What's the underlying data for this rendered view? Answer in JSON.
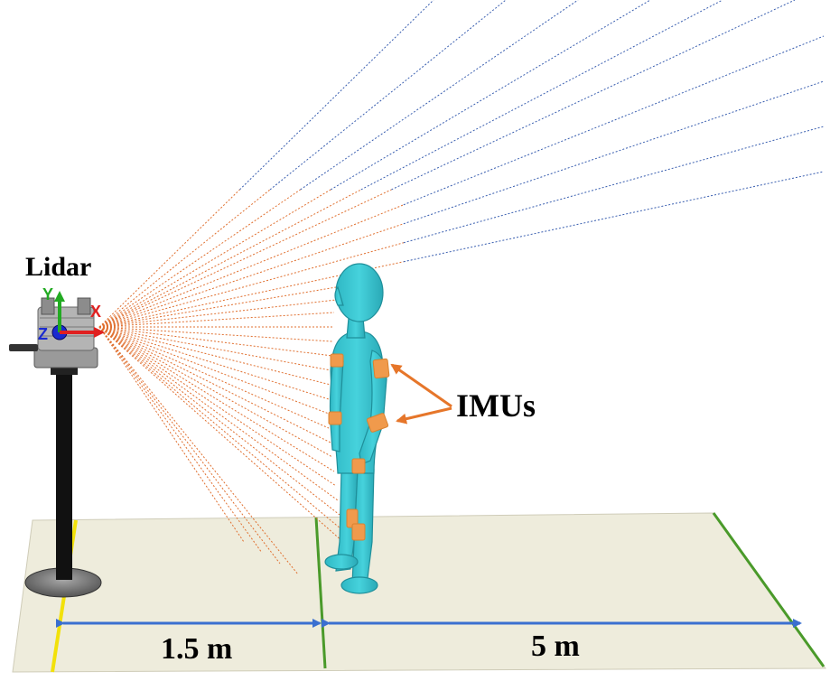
{
  "labels": {
    "lidar": "Lidar",
    "imus": "IMUs",
    "distance_near": "1.5 m",
    "distance_far": "5 m"
  },
  "axes": {
    "x": "X",
    "y": "Y",
    "z": "Z"
  },
  "colors": {
    "floor": "#eeecdc",
    "person": "#3ec9d4",
    "imu": "#f09a4c",
    "arrow": "#e6762a",
    "beam_near": "#e07030",
    "beam_far": "#3a5fb0",
    "dimension": "#3a6fd0",
    "yellow_line": "#f2e10a",
    "green_line": "#4a9a2a",
    "stand": "#111111"
  }
}
